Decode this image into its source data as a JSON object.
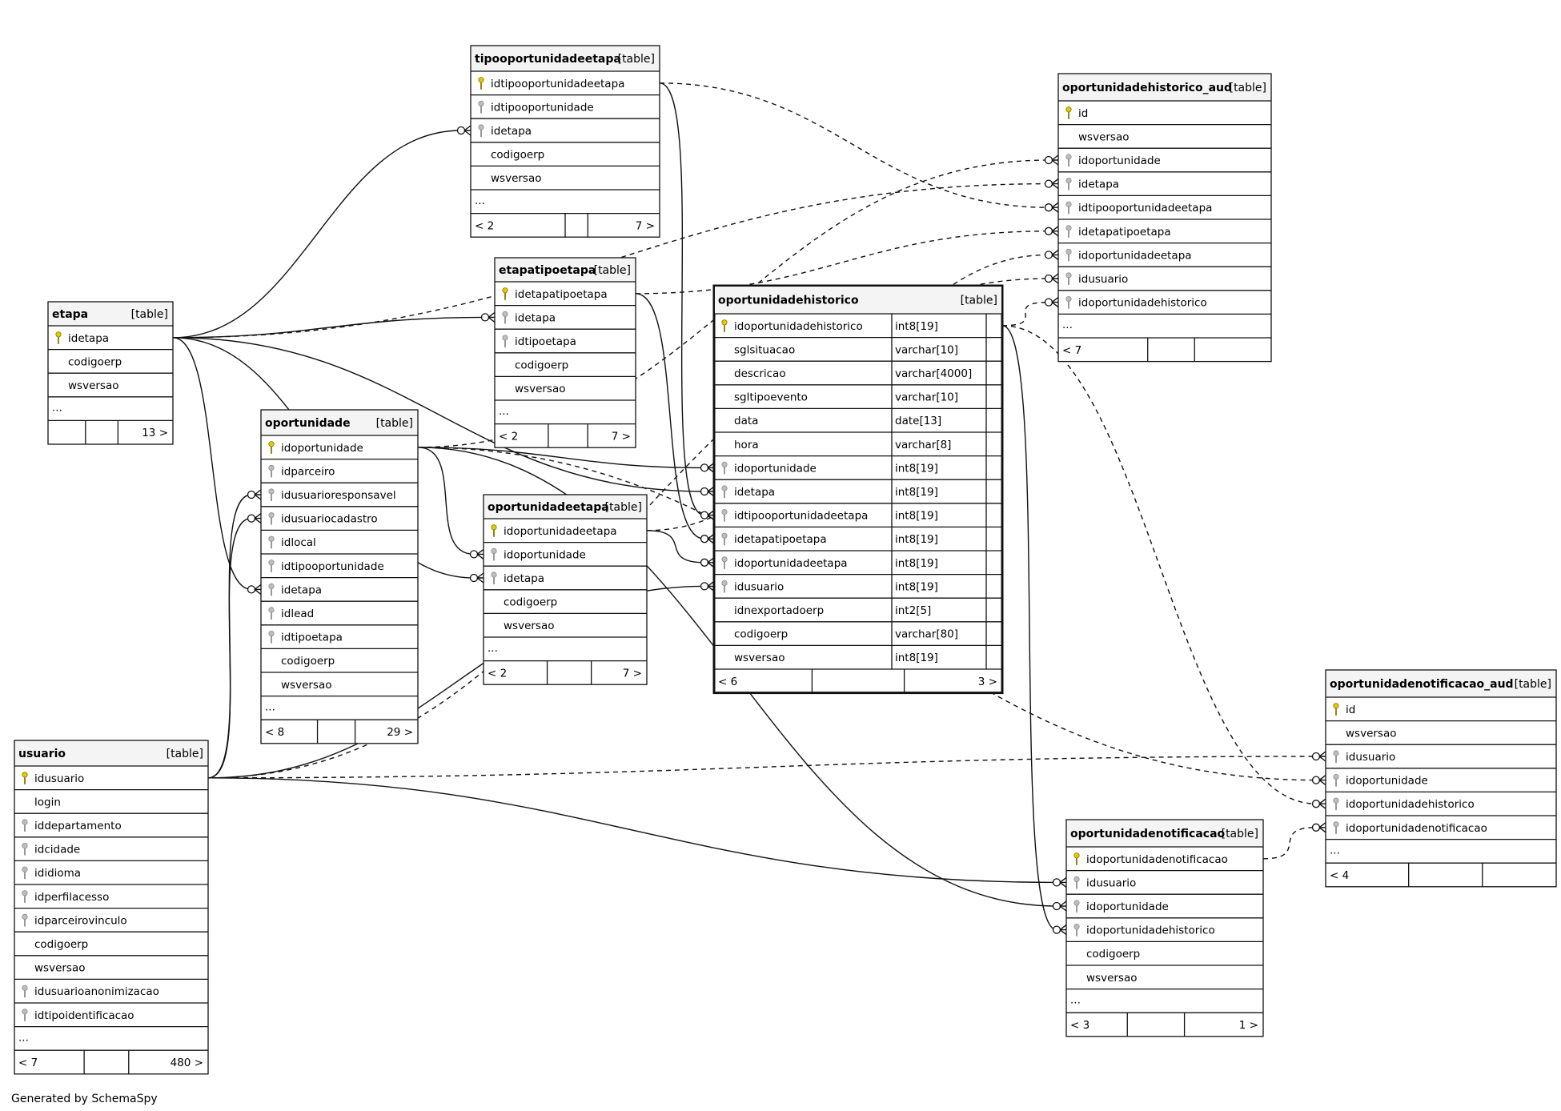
{
  "footer_credit": "Generated by SchemaSpy",
  "tables": [
    {
      "id": "etapa",
      "name": "etapa",
      "kind": "[table]",
      "columns": [
        {
          "name": "idetapa",
          "key": "pk"
        },
        {
          "name": "codigoerp",
          "key": ""
        },
        {
          "name": "wsversao",
          "key": ""
        }
      ],
      "more": "...",
      "footer": [
        "",
        "",
        "13 >"
      ]
    },
    {
      "id": "tipooportunidadeetapa",
      "name": "tipooportunidadeetapa",
      "kind": "[table]",
      "columns": [
        {
          "name": "idtipooportunidadeetapa",
          "key": "pk"
        },
        {
          "name": "idtipooportunidade",
          "key": "fk"
        },
        {
          "name": "idetapa",
          "key": "fk"
        },
        {
          "name": "codigoerp",
          "key": ""
        },
        {
          "name": "wsversao",
          "key": ""
        }
      ],
      "more": "...",
      "footer": [
        "< 2",
        "",
        "7 >"
      ]
    },
    {
      "id": "etapatipoetapa",
      "name": "etapatipoetapa",
      "kind": "[table]",
      "columns": [
        {
          "name": "idetapatipoetapa",
          "key": "pk"
        },
        {
          "name": "idetapa",
          "key": "fk"
        },
        {
          "name": "idtipoetapa",
          "key": "fk"
        },
        {
          "name": "codigoerp",
          "key": ""
        },
        {
          "name": "wsversao",
          "key": ""
        }
      ],
      "more": "...",
      "footer": [
        "< 2",
        "",
        "7 >"
      ]
    },
    {
      "id": "oportunidade",
      "name": "oportunidade",
      "kind": "[table]",
      "columns": [
        {
          "name": "idoportunidade",
          "key": "pk"
        },
        {
          "name": "idparceiro",
          "key": "fk"
        },
        {
          "name": "idusuarioresponsavel",
          "key": "fk"
        },
        {
          "name": "idusuariocadastro",
          "key": "fk"
        },
        {
          "name": "idlocal",
          "key": "fk"
        },
        {
          "name": "idtipooportunidade",
          "key": "fk"
        },
        {
          "name": "idetapa",
          "key": "fk"
        },
        {
          "name": "idlead",
          "key": "fk"
        },
        {
          "name": "idtipoetapa",
          "key": "fk"
        },
        {
          "name": "codigoerp",
          "key": ""
        },
        {
          "name": "wsversao",
          "key": ""
        }
      ],
      "more": "...",
      "footer": [
        "< 8",
        "",
        "29 >"
      ]
    },
    {
      "id": "oportunidadeetapa",
      "name": "oportunidadeetapa",
      "kind": "[table]",
      "columns": [
        {
          "name": "idoportunidadeetapa",
          "key": "pk"
        },
        {
          "name": "idoportunidade",
          "key": "fk"
        },
        {
          "name": "idetapa",
          "key": "fk"
        },
        {
          "name": "codigoerp",
          "key": ""
        },
        {
          "name": "wsversao",
          "key": ""
        }
      ],
      "more": "...",
      "footer": [
        "< 2",
        "",
        "7 >"
      ]
    },
    {
      "id": "oportunidadehistorico",
      "name": "oportunidadehistorico",
      "kind": "[table]",
      "highlight": true,
      "columns": [
        {
          "name": "idoportunidadehistorico",
          "key": "pk",
          "type": "int8[19]"
        },
        {
          "name": "sglsituacao",
          "key": "",
          "type": "varchar[10]"
        },
        {
          "name": "descricao",
          "key": "",
          "type": "varchar[4000]"
        },
        {
          "name": "sgltipoevento",
          "key": "",
          "type": "varchar[10]"
        },
        {
          "name": "data",
          "key": "",
          "type": "date[13]"
        },
        {
          "name": "hora",
          "key": "",
          "type": "varchar[8]"
        },
        {
          "name": "idoportunidade",
          "key": "fk",
          "type": "int8[19]"
        },
        {
          "name": "idetapa",
          "key": "fk",
          "type": "int8[19]"
        },
        {
          "name": "idtipooportunidadeetapa",
          "key": "fk",
          "type": "int8[19]"
        },
        {
          "name": "idetapatipoetapa",
          "key": "fk",
          "type": "int8[19]"
        },
        {
          "name": "idoportunidadeetapa",
          "key": "fk",
          "type": "int8[19]"
        },
        {
          "name": "idusuario",
          "key": "fk",
          "type": "int8[19]"
        },
        {
          "name": "idnexportadoerp",
          "key": "",
          "type": "int2[5]"
        },
        {
          "name": "codigoerp",
          "key": "",
          "type": "varchar[80]"
        },
        {
          "name": "wsversao",
          "key": "",
          "type": "int8[19]"
        }
      ],
      "more": "",
      "footer": [
        "< 6",
        "",
        "3 >"
      ]
    },
    {
      "id": "oportunidadehistorico_aud",
      "name": "oportunidadehistorico_aud",
      "kind": "[table]",
      "columns": [
        {
          "name": "id",
          "key": "pk"
        },
        {
          "name": "wsversao",
          "key": ""
        },
        {
          "name": "idoportunidade",
          "key": "fk"
        },
        {
          "name": "idetapa",
          "key": "fk"
        },
        {
          "name": "idtipooportunidadeetapa",
          "key": "fk"
        },
        {
          "name": "idetapatipoetapa",
          "key": "fk"
        },
        {
          "name": "idoportunidadeetapa",
          "key": "fk"
        },
        {
          "name": "idusuario",
          "key": "fk"
        },
        {
          "name": "idoportunidadehistorico",
          "key": "fk"
        }
      ],
      "more": "...",
      "footer": [
        "< 7",
        "",
        ""
      ]
    },
    {
      "id": "oportunidadenotificacao_aud",
      "name": "oportunidadenotificacao_aud",
      "kind": "[table]",
      "columns": [
        {
          "name": "id",
          "key": "pk"
        },
        {
          "name": "wsversao",
          "key": ""
        },
        {
          "name": "idusuario",
          "key": "fk"
        },
        {
          "name": "idoportunidade",
          "key": "fk"
        },
        {
          "name": "idoportunidadehistorico",
          "key": "fk"
        },
        {
          "name": "idoportunidadenotificacao",
          "key": "fk"
        }
      ],
      "more": "...",
      "footer": [
        "< 4",
        "",
        ""
      ]
    },
    {
      "id": "oportunidadenotificacao",
      "name": "oportunidadenotificacao",
      "kind": "[table]",
      "columns": [
        {
          "name": "idoportunidadenotificacao",
          "key": "pk"
        },
        {
          "name": "idusuario",
          "key": "fk"
        },
        {
          "name": "idoportunidade",
          "key": "fk"
        },
        {
          "name": "idoportunidadehistorico",
          "key": "fk"
        },
        {
          "name": "codigoerp",
          "key": ""
        },
        {
          "name": "wsversao",
          "key": ""
        }
      ],
      "more": "...",
      "footer": [
        "< 3",
        "",
        "1 >"
      ]
    },
    {
      "id": "usuario",
      "name": "usuario",
      "kind": "[table]",
      "columns": [
        {
          "name": "idusuario",
          "key": "pk"
        },
        {
          "name": "login",
          "key": ""
        },
        {
          "name": "iddepartamento",
          "key": "fk"
        },
        {
          "name": "idcidade",
          "key": "fk"
        },
        {
          "name": "ididioma",
          "key": "fk"
        },
        {
          "name": "idperfilacesso",
          "key": "fk"
        },
        {
          "name": "idparceirovinculo",
          "key": "fk"
        },
        {
          "name": "codigoerp",
          "key": ""
        },
        {
          "name": "wsversao",
          "key": ""
        },
        {
          "name": "idusuarioanonimizacao",
          "key": "fk"
        },
        {
          "name": "idtipoidentificacao",
          "key": "fk"
        }
      ],
      "more": "...",
      "footer": [
        "< 7",
        "",
        "480 >"
      ]
    }
  ],
  "relationships": [
    {
      "from": "tipooportunidadeetapa.idetapa",
      "to": "etapa.idetapa",
      "style": "solid"
    },
    {
      "from": "etapatipoetapa.idetapa",
      "to": "etapa.idetapa",
      "style": "solid"
    },
    {
      "from": "oportunidade.idetapa",
      "to": "etapa.idetapa",
      "style": "solid"
    },
    {
      "from": "oportunidadeetapa.idetapa",
      "to": "etapa.idetapa",
      "style": "solid"
    },
    {
      "from": "oportunidadehistorico.idetapa",
      "to": "etapa.idetapa",
      "style": "solid"
    },
    {
      "from": "oportunidadehistorico_aud.idetapa",
      "to": "etapa.idetapa",
      "style": "dashed"
    },
    {
      "from": "oportunidade.idusuarioresponsavel",
      "to": "usuario.idusuario",
      "style": "solid"
    },
    {
      "from": "oportunidade.idusuariocadastro",
      "to": "usuario.idusuario",
      "style": "solid"
    },
    {
      "from": "oportunidadehistorico.idusuario",
      "to": "usuario.idusuario",
      "style": "solid"
    },
    {
      "from": "oportunidadenotificacao.idusuario",
      "to": "usuario.idusuario",
      "style": "solid"
    },
    {
      "from": "oportunidadenotificacao_aud.idusuario",
      "to": "usuario.idusuario",
      "style": "dashed"
    },
    {
      "from": "oportunidadehistorico_aud.idusuario",
      "to": "usuario.idusuario",
      "style": "dashed"
    },
    {
      "from": "oportunidadeetapa.idoportunidade",
      "to": "oportunidade.idoportunidade",
      "style": "solid"
    },
    {
      "from": "oportunidadehistorico.idoportunidade",
      "to": "oportunidade.idoportunidade",
      "style": "solid"
    },
    {
      "from": "oportunidadenotificacao.idoportunidade",
      "to": "oportunidade.idoportunidade",
      "style": "solid"
    },
    {
      "from": "oportunidadehistorico_aud.idoportunidade",
      "to": "oportunidade.idoportunidade",
      "style": "dashed"
    },
    {
      "from": "oportunidadenotificacao_aud.idoportunidade",
      "to": "oportunidade.idoportunidade",
      "style": "dashed"
    },
    {
      "from": "oportunidadehistorico.idtipooportunidadeetapa",
      "to": "tipooportunidadeetapa.idtipooportunidadeetapa",
      "style": "solid"
    },
    {
      "from": "oportunidadehistorico_aud.idtipooportunidadeetapa",
      "to": "tipooportunidadeetapa.idtipooportunidadeetapa",
      "style": "dashed"
    },
    {
      "from": "oportunidadehistorico.idetapatipoetapa",
      "to": "etapatipoetapa.idetapatipoetapa",
      "style": "solid"
    },
    {
      "from": "oportunidadehistorico_aud.idetapatipoetapa",
      "to": "etapatipoetapa.idetapatipoetapa",
      "style": "dashed"
    },
    {
      "from": "oportunidadehistorico.idoportunidadeetapa",
      "to": "oportunidadeetapa.idoportunidadeetapa",
      "style": "solid"
    },
    {
      "from": "oportunidadehistorico_aud.idoportunidadeetapa",
      "to": "oportunidadeetapa.idoportunidadeetapa",
      "style": "dashed"
    },
    {
      "from": "oportunidadenotificacao.idoportunidadehistorico",
      "to": "oportunidadehistorico.idoportunidadehistorico",
      "style": "solid"
    },
    {
      "from": "oportunidadehistorico_aud.idoportunidadehistorico",
      "to": "oportunidadehistorico.idoportunidadehistorico",
      "style": "dashed"
    },
    {
      "from": "oportunidadenotificacao_aud.idoportunidadehistorico",
      "to": "oportunidadehistorico.idoportunidadehistorico",
      "style": "dashed"
    },
    {
      "from": "oportunidadenotificacao_aud.idoportunidadenotificacao",
      "to": "oportunidadenotificacao.idoportunidadenotificacao",
      "style": "dashed"
    }
  ]
}
